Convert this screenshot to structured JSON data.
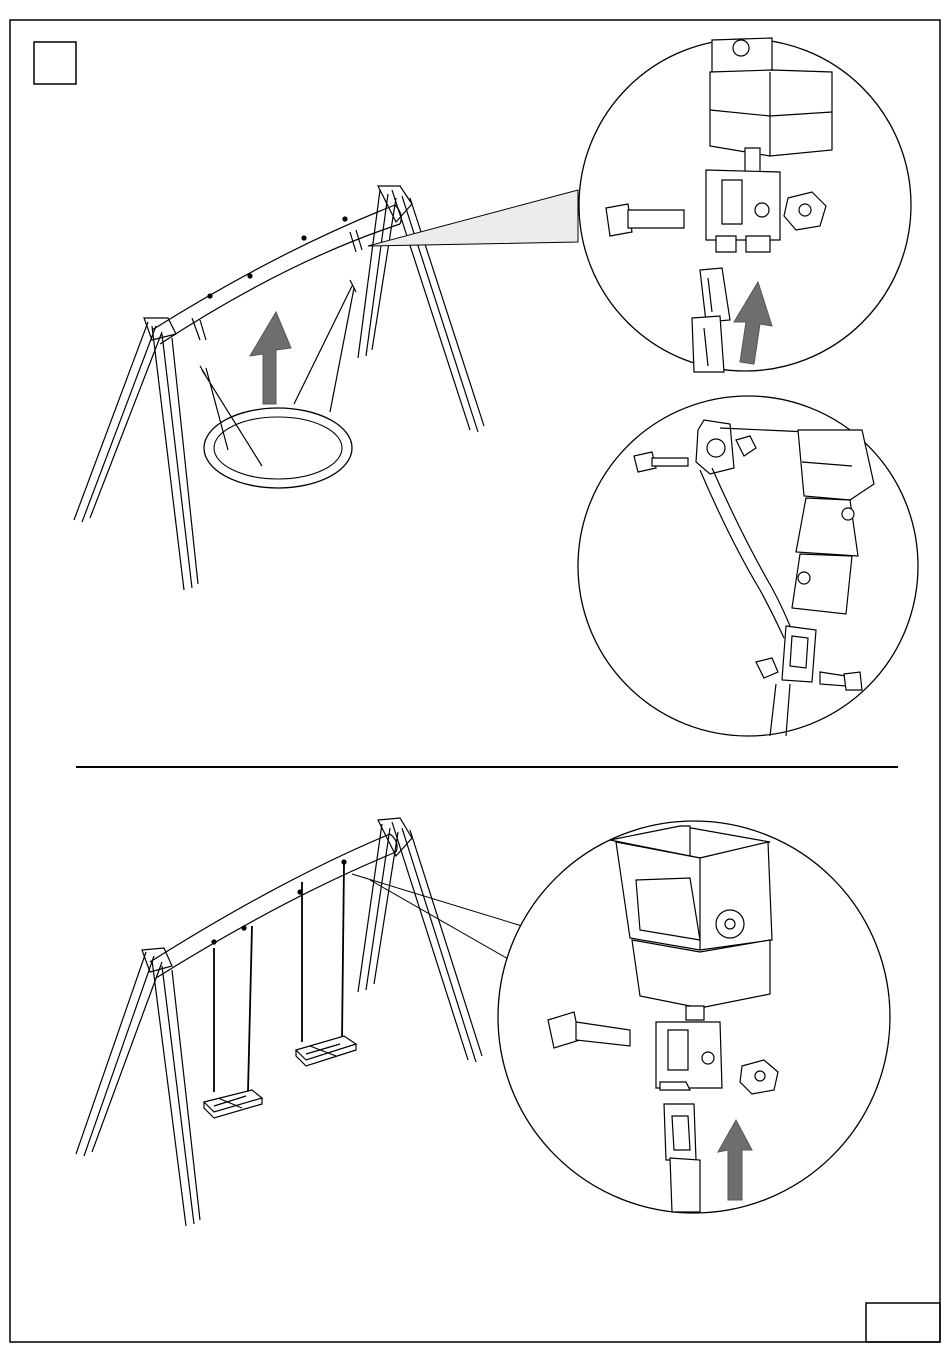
{
  "page": {
    "step_number": "",
    "page_number": ""
  },
  "colors": {
    "line": "#000000",
    "arrow": "#6e6e6e",
    "background": "#ffffff",
    "callout_fill": "#ececec"
  },
  "illustrations": [
    "swing-frame-with-nest-seat",
    "nest-chain-hanger-detail",
    "nest-rope-attachment-detail",
    "swing-frame-with-two-seats",
    "seat-chain-hanger-detail"
  ]
}
